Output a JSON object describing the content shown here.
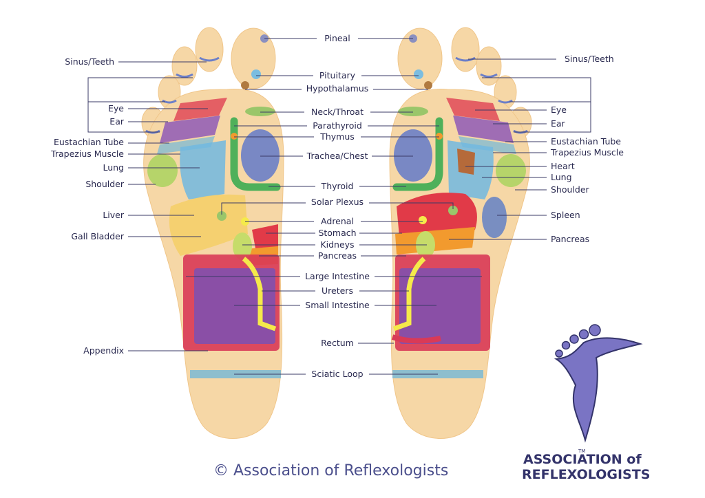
{
  "copyright": "© Association of Reflexologists",
  "logo": {
    "line1": "ASSOCIATION of",
    "line2": "REFLEXOLOGISTS",
    "tm": "TM",
    "color": "#33336a",
    "figure_color": "#7a74c4"
  },
  "labels": {
    "pineal": "Pineal",
    "pituitary": "Pituitary",
    "hypothalamus": "Hypothalamus",
    "neck_throat": "Neck/Throat",
    "parathyroid": "Parathyroid",
    "thymus": "Thymus",
    "trachea_chest": "Trachea/Chest",
    "thyroid": "Thyroid",
    "solar_plexus": "Solar Plexus",
    "adrenal": "Adrenal",
    "stomach": "Stomach",
    "kidneys": "Kidneys",
    "pancreas_center": "Pancreas",
    "large_intestine": "Large Intestine",
    "ureters": "Ureters",
    "small_intestine": "Small Intestine",
    "rectum": "Rectum",
    "sciatic_loop": "Sciatic Loop",
    "sinus_teeth_left": "Sinus/Teeth",
    "eye_left": "Eye",
    "ear_left": "Ear",
    "eustachian_left": "Eustachian Tube",
    "trapezius_left": "Trapezius Muscle",
    "lung_left": "Lung",
    "shoulder_left": "Shoulder",
    "liver": "Liver",
    "gall_bladder": "Gall Bladder",
    "appendix": "Appendix",
    "sinus_teeth_right": "Sinus/Teeth",
    "eye_right": "Eye",
    "ear_right": "Ear",
    "eustachian_right": "Eustachian Tube",
    "trapezius_right": "Trapezius Muscle",
    "heart": "Heart",
    "lung_right": "Lung",
    "shoulder_right": "Shoulder",
    "spleen": "Spleen",
    "pancreas_right": "Pancreas"
  },
  "colors": {
    "skin": "#f6d7a6",
    "skin_edge": "#f0c68a",
    "intestine": "#8a4fa6",
    "large_intestine": "#d93a57",
    "stomach": "#e13a48",
    "pancreas": "#f29a2e",
    "ureter": "#f5ea4a",
    "kidney": "#c6dc6a",
    "thyroid_green": "#4fb05a",
    "chest_blue": "#6c7fc8",
    "lung_blue": "#71b8e0",
    "liver_yellow": "#f5cf6a",
    "sciatic": "#73b8d8",
    "eye_purple": "#8a52b8",
    "ear_orange": "#f0a040",
    "heart_brown": "#b56a3a",
    "spleen_blue": "#6b86c4",
    "shoulder_green": "#b6d46a",
    "line": "#3a3a66"
  }
}
